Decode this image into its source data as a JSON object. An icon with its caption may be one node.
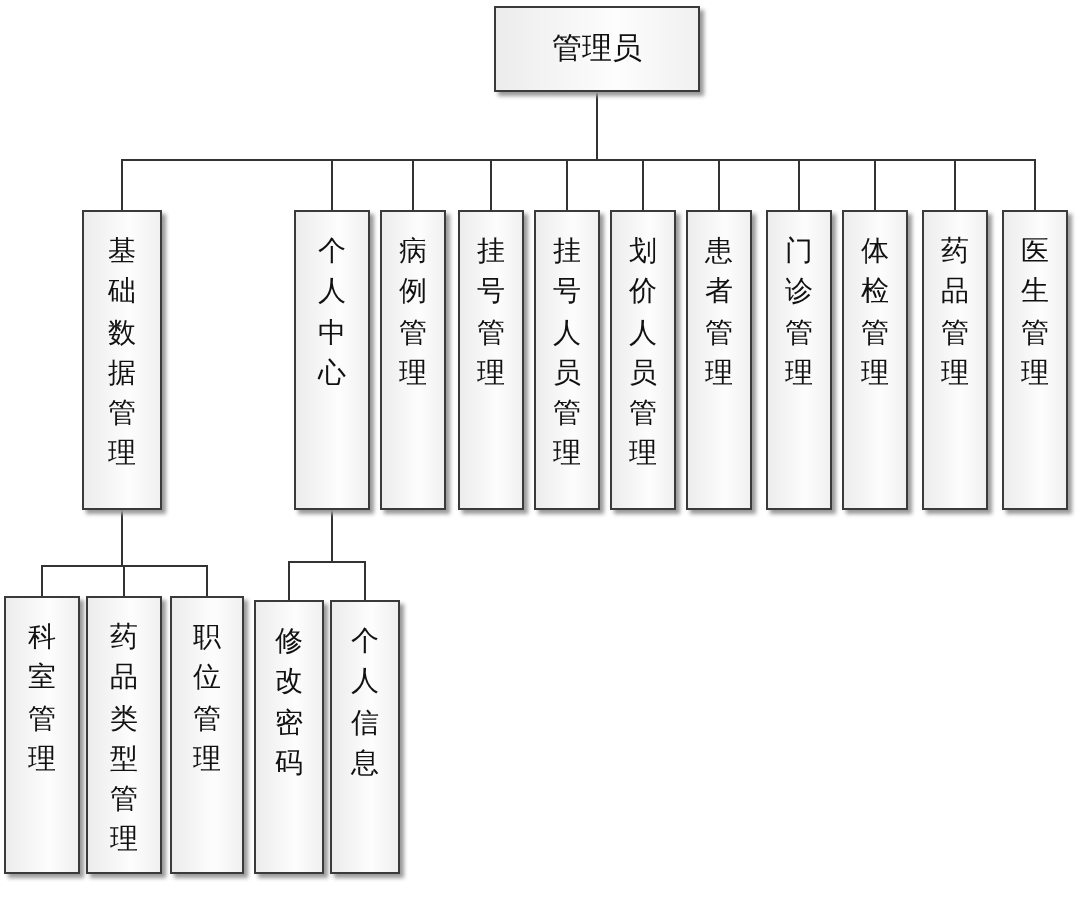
{
  "diagram": {
    "nodes": [
      {
        "text": [
          "管理员"
        ]
      },
      {
        "text": [
          "基础数据管理"
        ]
      },
      {
        "text": [
          "个人中心"
        ]
      },
      {
        "text": [
          "病例管理"
        ]
      },
      {
        "text": [
          "挂号管理"
        ]
      },
      {
        "text": [
          "挂号人员管理"
        ]
      },
      {
        "text": [
          "划价人员管理"
        ]
      },
      {
        "text": [
          "患者管理"
        ]
      },
      {
        "text": [
          "门诊管理"
        ]
      },
      {
        "text": [
          "体检管理"
        ]
      },
      {
        "text": [
          "药品管理"
        ]
      },
      {
        "text": [
          "医生管理"
        ]
      },
      {
        "text": [
          "科室管理"
        ]
      },
      {
        "text": [
          "药品类型管理"
        ]
      },
      {
        "text": [
          "职位管理"
        ]
      },
      {
        "text": [
          "修改密码"
        ]
      },
      {
        "text": [
          "个人信息"
        ]
      }
    ],
    "edges": [
      {
        "from": 0,
        "to": 1,
        "arrow": "none"
      },
      {
        "from": 0,
        "to": 2,
        "arrow": "none"
      },
      {
        "from": 0,
        "to": 3,
        "arrow": "none"
      },
      {
        "from": 0,
        "to": 4,
        "arrow": "none"
      },
      {
        "from": 0,
        "to": 5,
        "arrow": "none"
      },
      {
        "from": 0,
        "to": 6,
        "arrow": "none"
      },
      {
        "from": 0,
        "to": 7,
        "arrow": "none"
      },
      {
        "from": 0,
        "to": 8,
        "arrow": "none"
      },
      {
        "from": 0,
        "to": 9,
        "arrow": "none"
      },
      {
        "from": 0,
        "to": 10,
        "arrow": "none"
      },
      {
        "from": 0,
        "to": 11,
        "arrow": "none"
      },
      {
        "from": 1,
        "to": 12,
        "arrow": "none"
      },
      {
        "from": 1,
        "to": 13,
        "arrow": "none"
      },
      {
        "from": 1,
        "to": 14,
        "arrow": "none"
      },
      {
        "from": 2,
        "to": 15,
        "arrow": "none"
      },
      {
        "from": 2,
        "to": 16,
        "arrow": "none"
      }
    ]
  }
}
